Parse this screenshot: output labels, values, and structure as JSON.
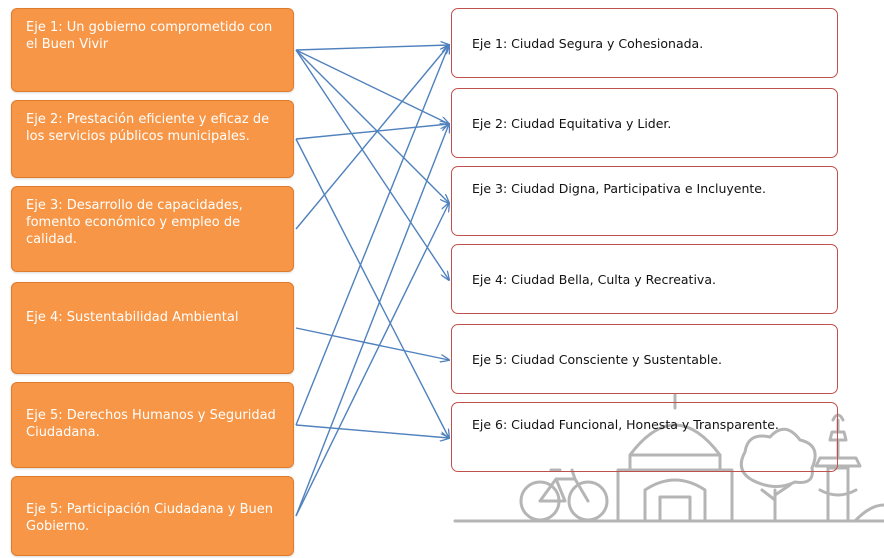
{
  "diagram": {
    "left_axes": [
      "Eje  1: Un gobierno comprometido con  el  Buen Vivir",
      "Eje  2: Prestación eficiente  y eficaz de los servicios públicos municipales.",
      "Eje  3: Desarrollo de capacidades,  fomento económico y empleo  de calidad.",
      "Eje  4:  Sustentabilidad Ambiental",
      "Eje  5:  Derechos Humanos y Seguridad  Ciudadana.",
      "Eje  5:  Participación Ciudadana y Buen Gobierno."
    ],
    "right_axes": [
      "Eje  1: Ciudad Segura  y  Cohesionada.",
      "Eje  2:  Ciudad Equitativa  y  Lider.",
      "Eje  3:  Ciudad Digna,  Participativa  e Incluyente.",
      "Eje  4:  Ciudad Bella,  Culta y Recreativa.",
      "Eje  5:  Ciudad Consciente  y Sustentable.",
      "Eje  6:  Ciudad Funcional,  Honesta y Transparente."
    ],
    "connections": [
      [
        0,
        0
      ],
      [
        0,
        1
      ],
      [
        0,
        2
      ],
      [
        0,
        3
      ],
      [
        1,
        1
      ],
      [
        1,
        5
      ],
      [
        2,
        0
      ],
      [
        3,
        4
      ],
      [
        4,
        0
      ],
      [
        4,
        5
      ],
      [
        5,
        1
      ],
      [
        5,
        2
      ]
    ],
    "colors": {
      "left_fill": "#f79646",
      "right_border": "#c0504d",
      "arrow": "#4f81bd",
      "illustration": "#b5b5b5"
    }
  }
}
